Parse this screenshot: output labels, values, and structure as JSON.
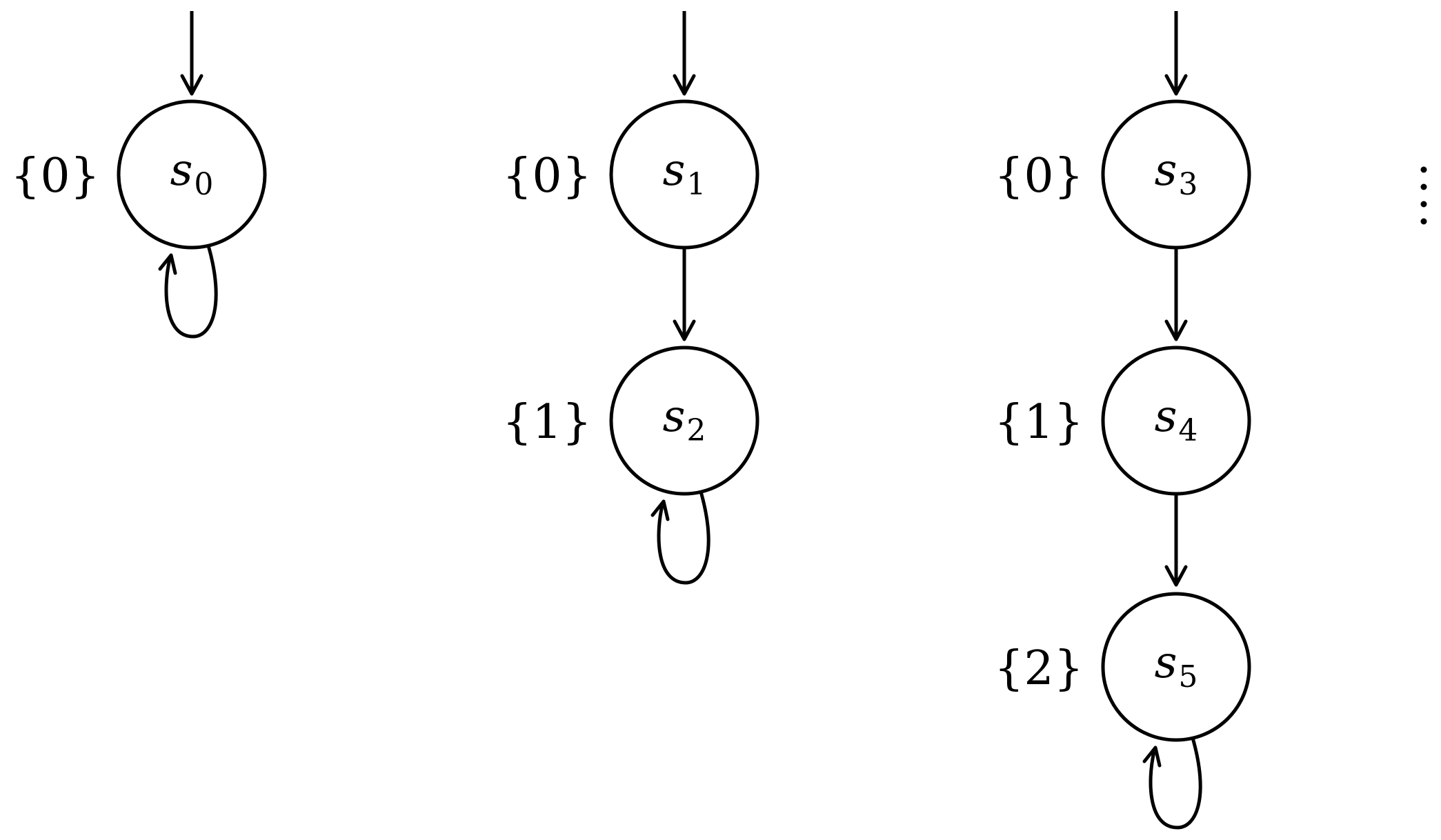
{
  "states": [
    {
      "id": "s0",
      "name": "s",
      "sub": "0",
      "label": "{0}"
    },
    {
      "id": "s1",
      "name": "s",
      "sub": "1",
      "label": "{0}"
    },
    {
      "id": "s2",
      "name": "s",
      "sub": "2",
      "label": "{1}"
    },
    {
      "id": "s3",
      "name": "s",
      "sub": "3",
      "label": "{0}"
    },
    {
      "id": "s4",
      "name": "s",
      "sub": "4",
      "label": "{1}"
    },
    {
      "id": "s5",
      "name": "s",
      "sub": "5",
      "label": "{2}"
    }
  ],
  "initial_states": [
    "s0",
    "s1",
    "s3"
  ],
  "transitions": [
    {
      "from": "s0",
      "to": "s0"
    },
    {
      "from": "s1",
      "to": "s2"
    },
    {
      "from": "s2",
      "to": "s2"
    },
    {
      "from": "s3",
      "to": "s4"
    },
    {
      "from": "s4",
      "to": "s5"
    },
    {
      "from": "s5",
      "to": "s5"
    }
  ],
  "continuation": "vertical-ellipsis",
  "colors": {
    "stroke": "#000000",
    "background": "#ffffff"
  }
}
